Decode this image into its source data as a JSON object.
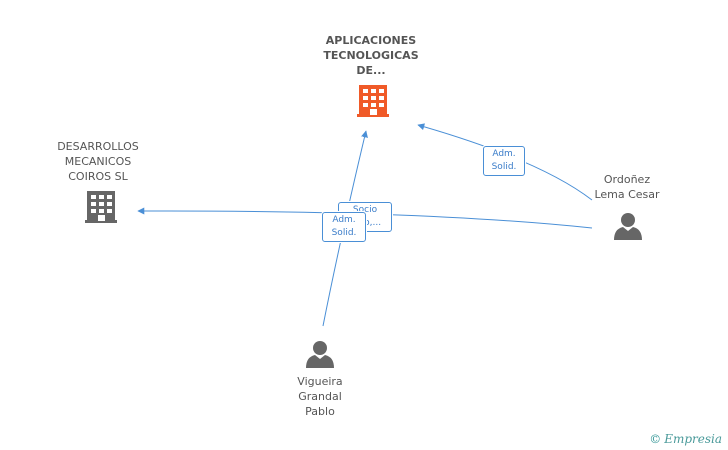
{
  "nodes": {
    "company_main": {
      "label_lines": [
        "APLICACIONES",
        "TECNOLOGICAS",
        "DE..."
      ],
      "icon": "building-icon",
      "color": "#f05a28"
    },
    "company_other": {
      "label_lines": [
        "DESARROLLOS",
        "MECANICOS",
        "COIROS SL"
      ],
      "icon": "building-icon",
      "color": "#666666"
    },
    "person_ordonez": {
      "label_lines": [
        "Ordoñez",
        "Lema Cesar"
      ],
      "icon": "person-icon",
      "color": "#666666"
    },
    "person_vigueira": {
      "label_lines": [
        "Vigueira",
        "Grandal",
        "Pablo"
      ],
      "icon": "person-icon",
      "color": "#666666"
    }
  },
  "edges": [
    {
      "tag_lines": [
        "Adm.",
        "Solid."
      ]
    },
    {
      "tag_lines": [
        "Socio",
        "Ú...o,..."
      ]
    },
    {
      "tag_lines": [
        "Adm.",
        "Solid."
      ]
    }
  ],
  "footer": {
    "copyright": "©",
    "brand": "Empresia"
  },
  "colors": {
    "edge": "#4a8fd6",
    "accent": "#f05a28"
  }
}
